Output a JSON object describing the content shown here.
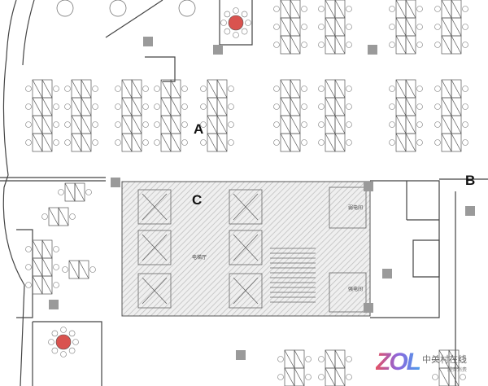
{
  "zones": {
    "a": "A",
    "b": "B",
    "c": "C"
  },
  "rooms": {
    "elevator_hall": "电梯厅",
    "room_upper": "弱电间",
    "room_lower": "强电间"
  },
  "watermark": {
    "logo": "ZOL",
    "name": "中关村在线",
    "tagline": "服务消费"
  },
  "colors": {
    "line": "#444444",
    "hatch": "#bdbdbd",
    "core_fill": "#ececec",
    "column": "#9a9a9a",
    "meeting_table": "#d9534f"
  }
}
